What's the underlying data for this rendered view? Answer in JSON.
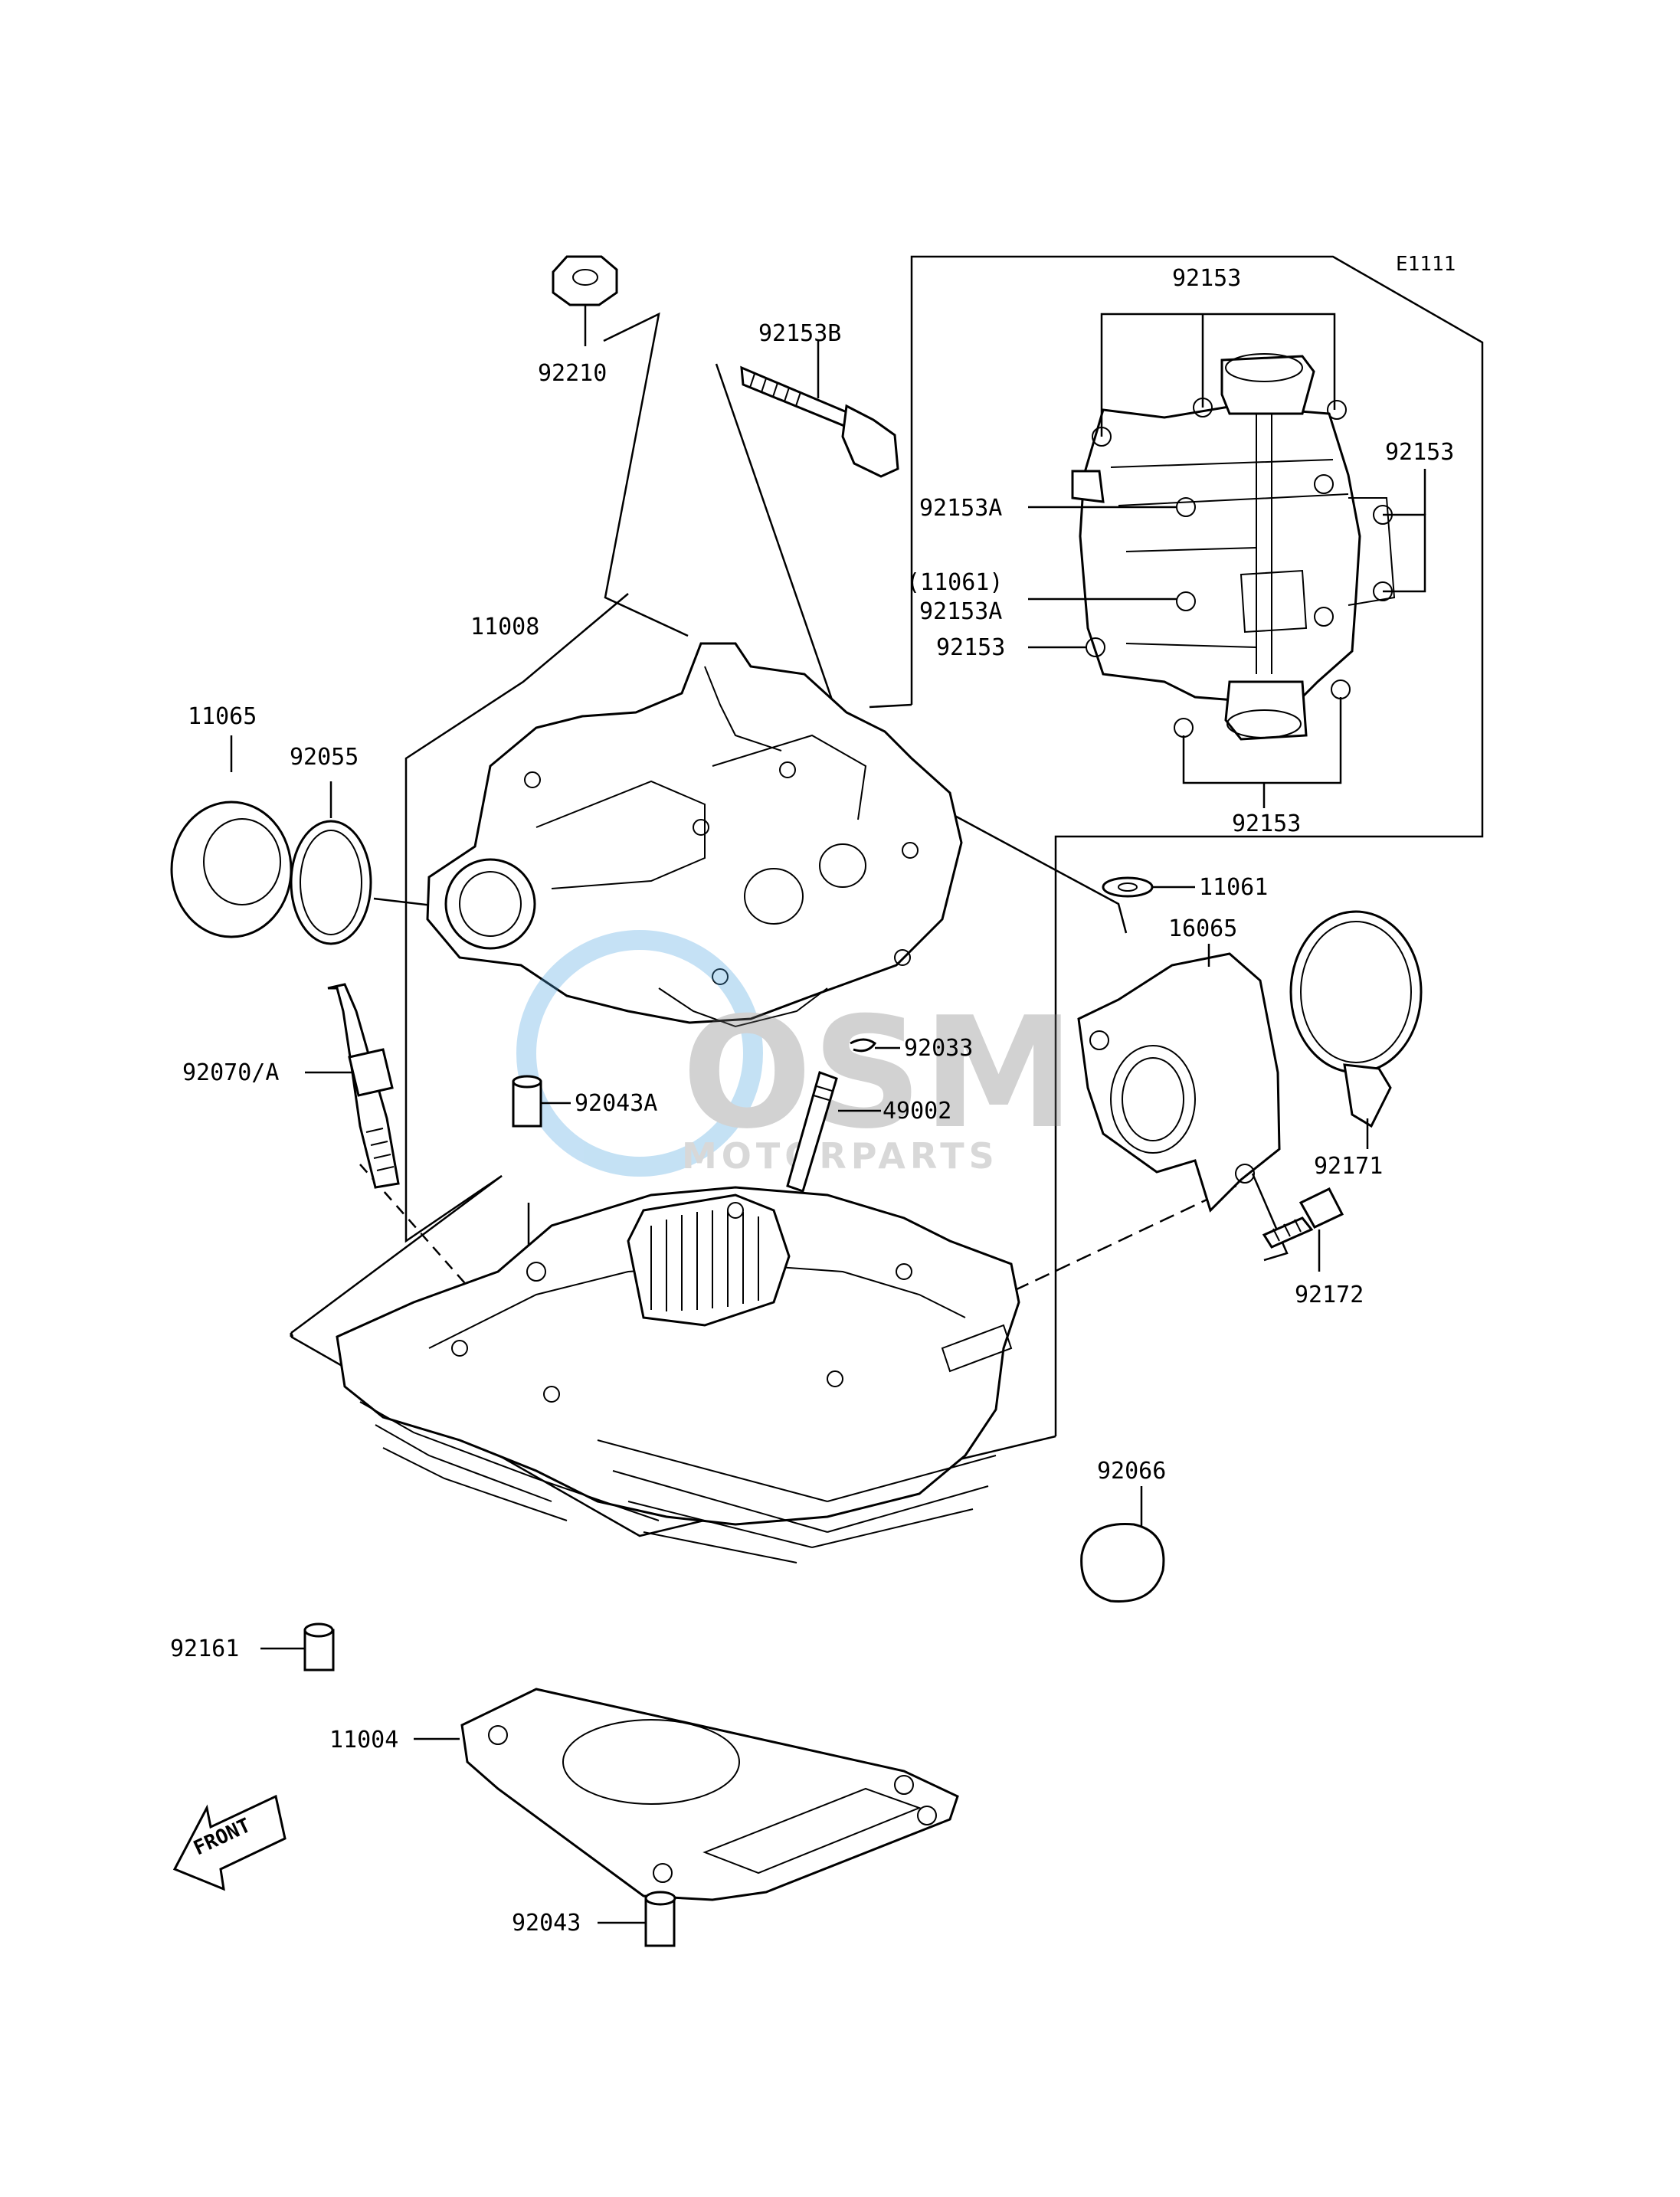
{
  "diagram_code": "E1111",
  "callouts": {
    "c92210": "92210",
    "c92153B": "92153B",
    "c11008": "11008",
    "c11065": "11065",
    "c92055": "92055",
    "c92070A": "92070/A",
    "c92043A": "92043A",
    "c92033": "92033",
    "c49002": "49002",
    "c92153_top": "92153",
    "c92153_right": "92153",
    "c92153A_1": "92153A",
    "c11061_paren": "(11061)",
    "c92153A_2": "92153A",
    "c92153_left": "92153",
    "c92153_bottom": "92153",
    "c11061": "11061",
    "c16065": "16065",
    "c92171": "92171",
    "c92172": "92172",
    "c92066": "92066",
    "c92161": "92161",
    "c11004": "11004",
    "c92043": "92043"
  },
  "front_arrow_label": "FRONT",
  "watermark": {
    "brand": "OSM",
    "sub": "MOTORPARTS",
    "color": "#4aa3df"
  }
}
